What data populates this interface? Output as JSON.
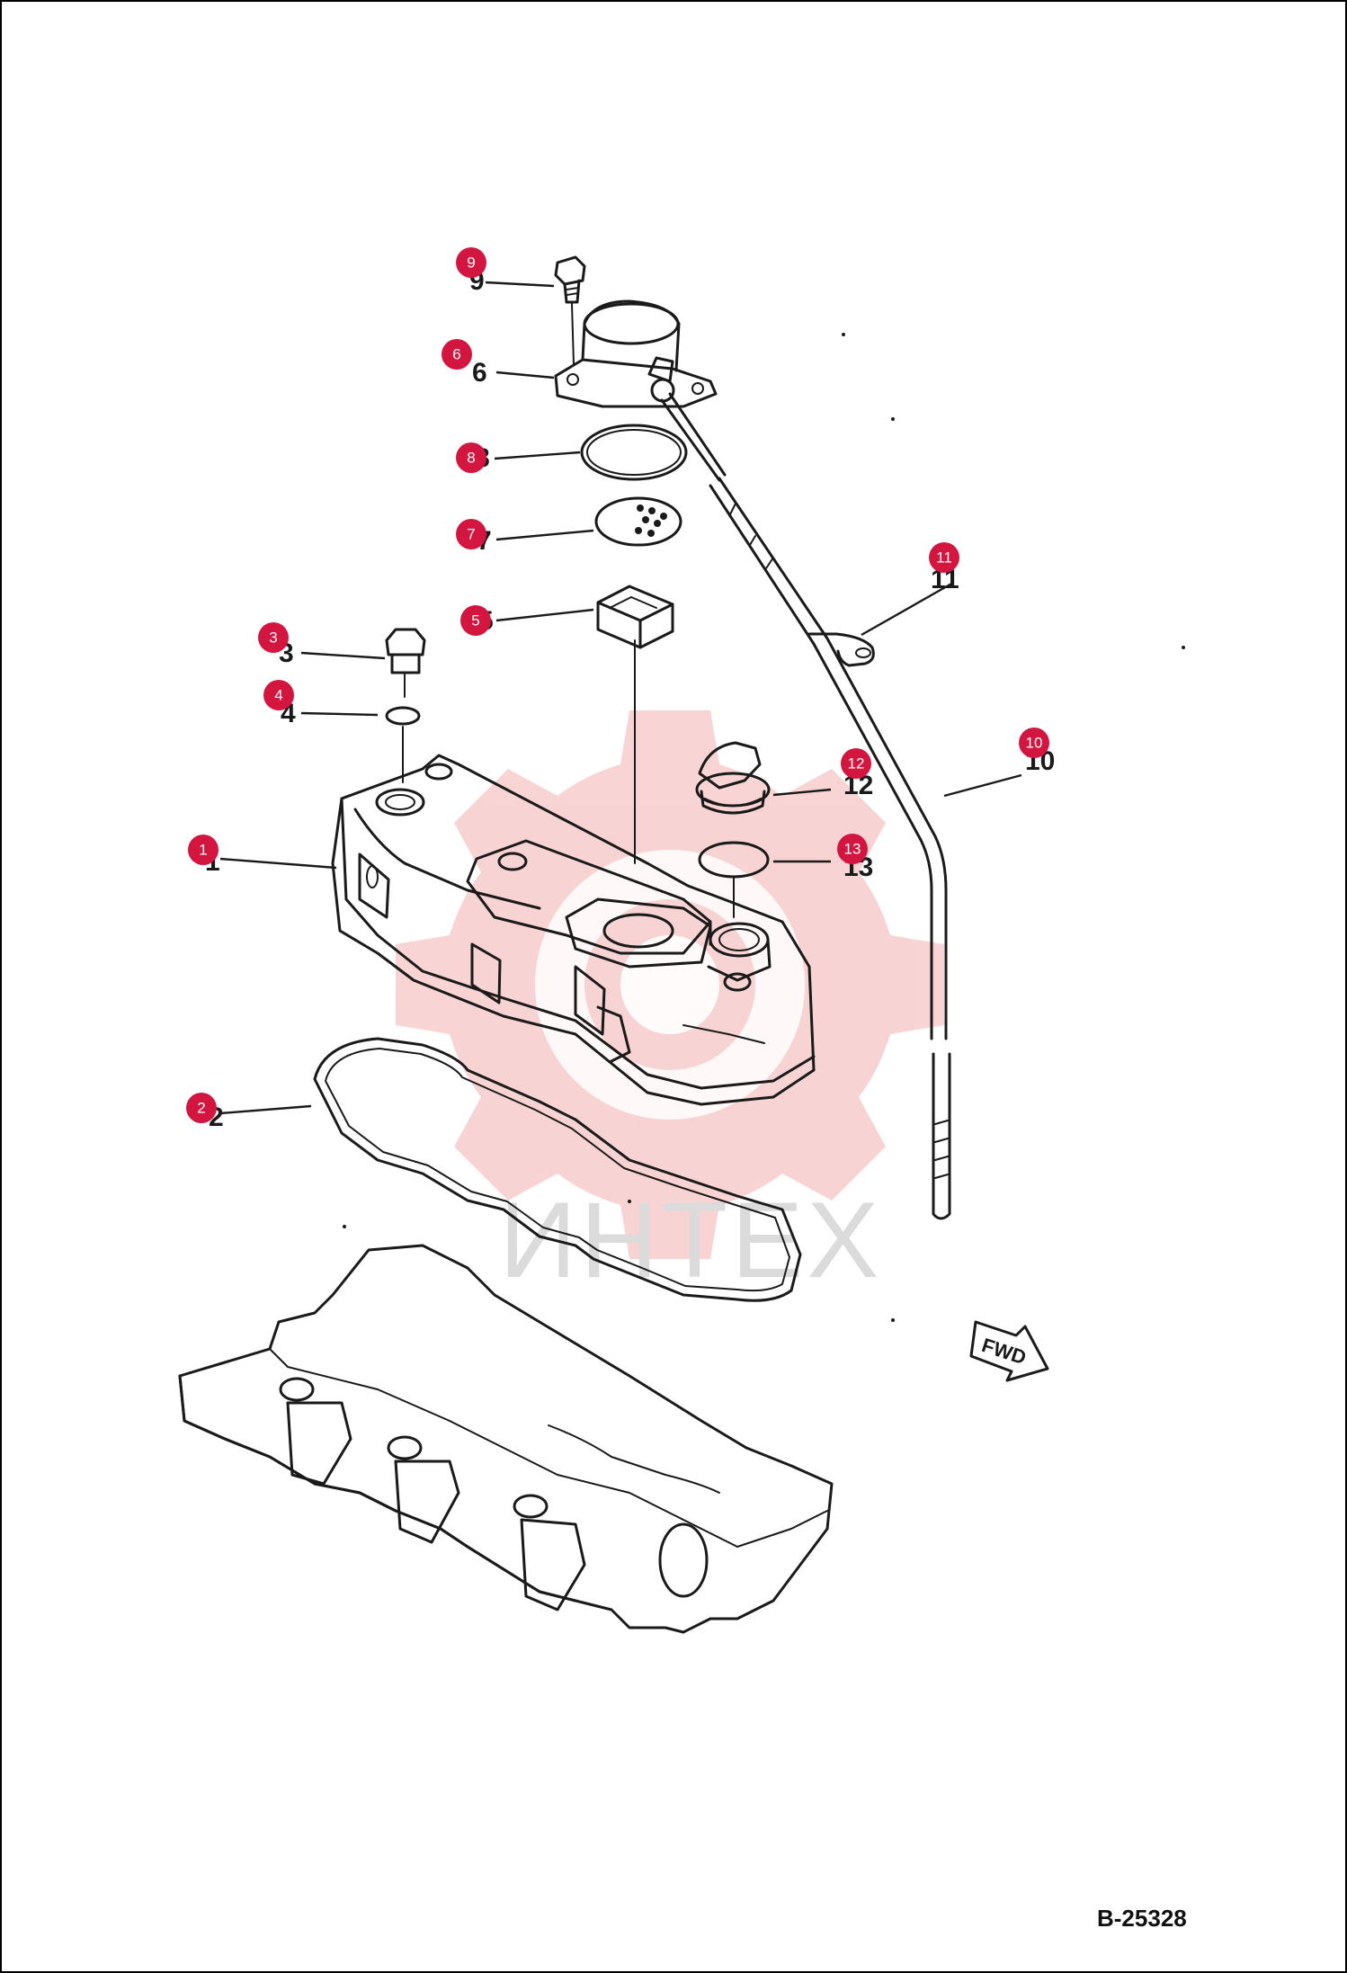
{
  "drawing_code": "B-25328",
  "fwd_label": "FWD",
  "watermark_text": "ИНТЕХ",
  "colors": {
    "badge": "#d3163f",
    "watermark": "#f7c9c9",
    "line": "#1a1a1a"
  },
  "callouts": [
    {
      "id": "1",
      "printed": "1"
    },
    {
      "id": "2",
      "printed": "2"
    },
    {
      "id": "3",
      "printed": "3"
    },
    {
      "id": "4",
      "printed": "4"
    },
    {
      "id": "5",
      "printed": "5"
    },
    {
      "id": "6",
      "printed": "6"
    },
    {
      "id": "7",
      "printed": "7"
    },
    {
      "id": "8",
      "printed": "8"
    },
    {
      "id": "9",
      "printed": "9"
    },
    {
      "id": "10",
      "printed": "10"
    },
    {
      "id": "11",
      "printed": "11"
    },
    {
      "id": "12",
      "printed": "12"
    },
    {
      "id": "13",
      "printed": "13"
    }
  ]
}
